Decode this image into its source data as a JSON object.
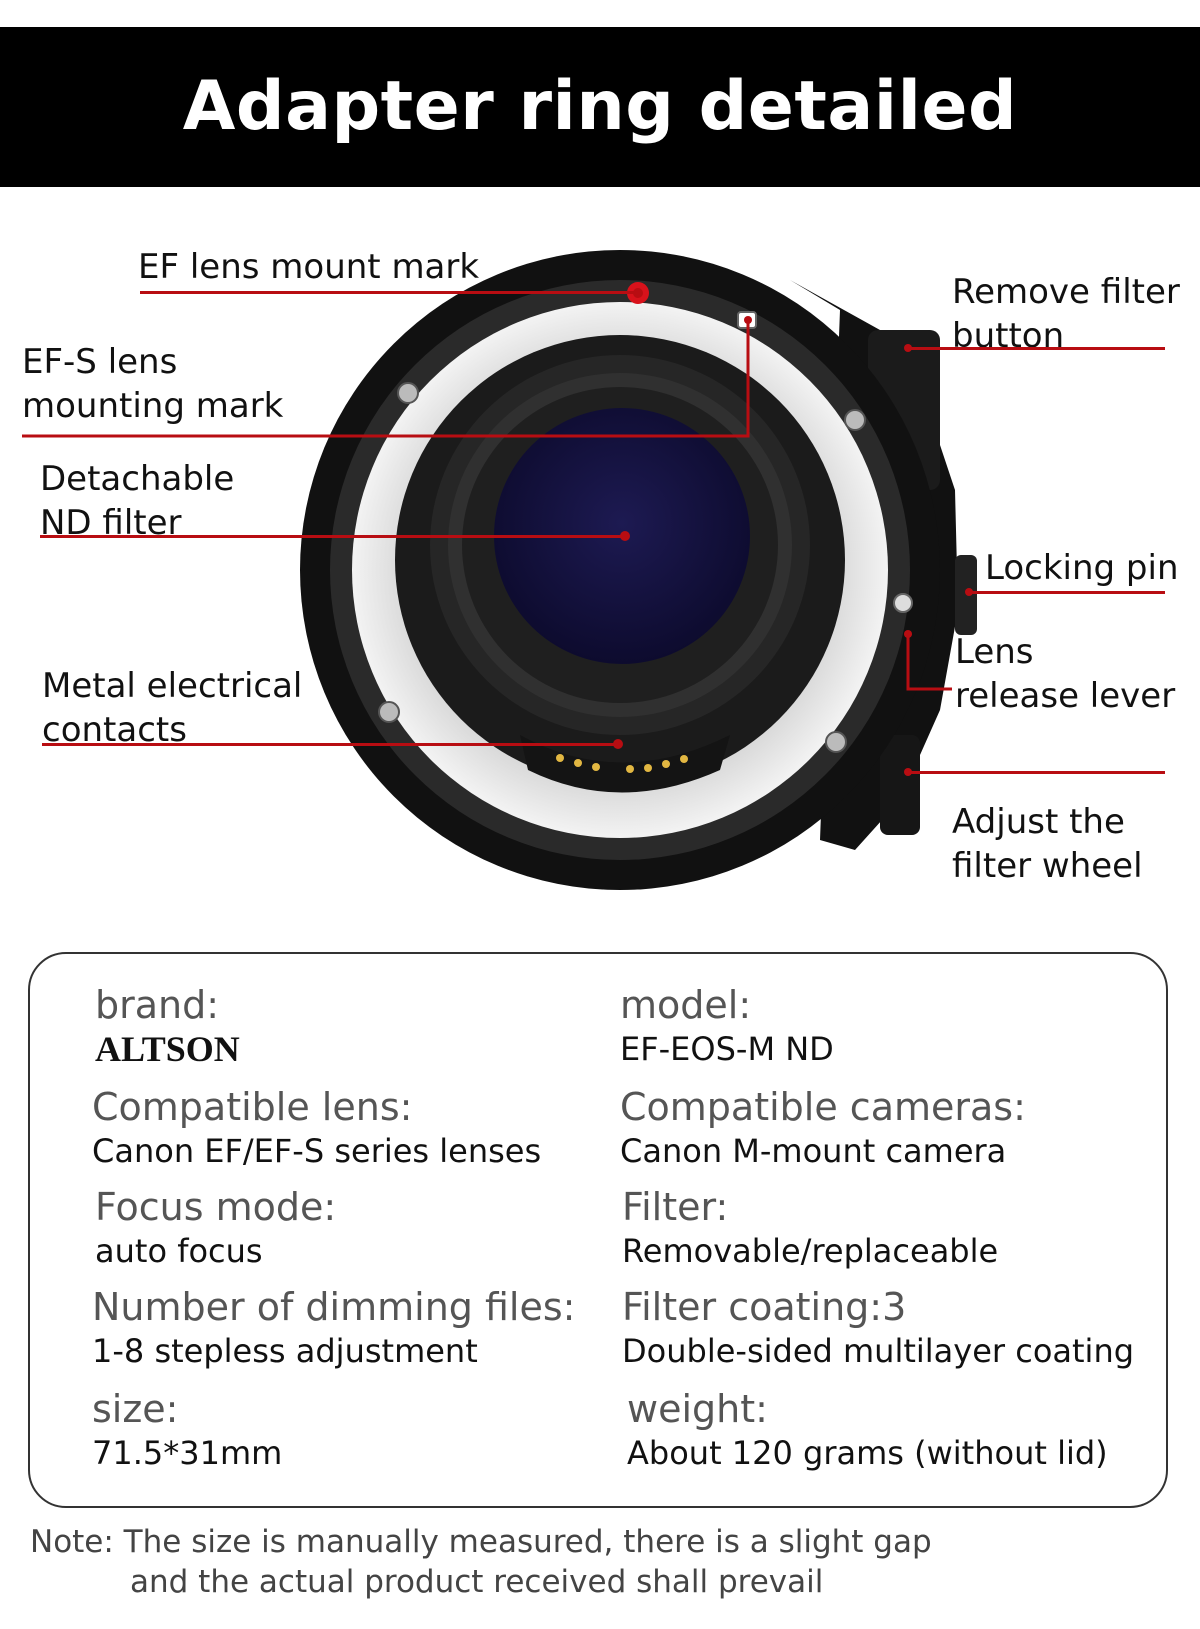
{
  "title": "Adapter ring detailed introduction",
  "callouts": {
    "ef_mount": "EF lens mount mark",
    "efs_mount": "EF-S lens\nmounting mark",
    "nd_filter": "Detachable\nND filter",
    "contacts": "Metal electrical\ncontacts",
    "remove_button": "Remove filter\nbutton",
    "locking_pin": "Locking pin",
    "release_lever": "Lens\nrelease lever",
    "filter_wheel": "Adjust the\nfilter wheel"
  },
  "specs": [
    {
      "label": "brand:",
      "value": "ALTSON"
    },
    {
      "label": "model:",
      "value": "EF-EOS-M ND"
    },
    {
      "label": "Compatible lens:",
      "value": "Canon EF/EF-S series lenses"
    },
    {
      "label": "Compatible cameras:",
      "value": "Canon M-mount camera"
    },
    {
      "label": "Focus mode:",
      "value": "auto focus"
    },
    {
      "label": "Filter:",
      "value": "Removable/replaceable"
    },
    {
      "label": "Number of dimming files:",
      "value": "1-8 stepless adjustment"
    },
    {
      "label": "Filter coating:3",
      "value": "Double-sided multilayer coating"
    },
    {
      "label": "size:",
      "value": "71.5*31mm"
    },
    {
      "label": "weight:",
      "value": "About 120 grams (without lid)"
    }
  ],
  "note": {
    "line1": "Note: The size is manually measured, there is a slight gap",
    "line2": "and the actual product received shall prevail"
  },
  "colors": {
    "header_bg": "#000000",
    "accent_line": "#b80d12",
    "filter_glass": "#1a1646"
  }
}
